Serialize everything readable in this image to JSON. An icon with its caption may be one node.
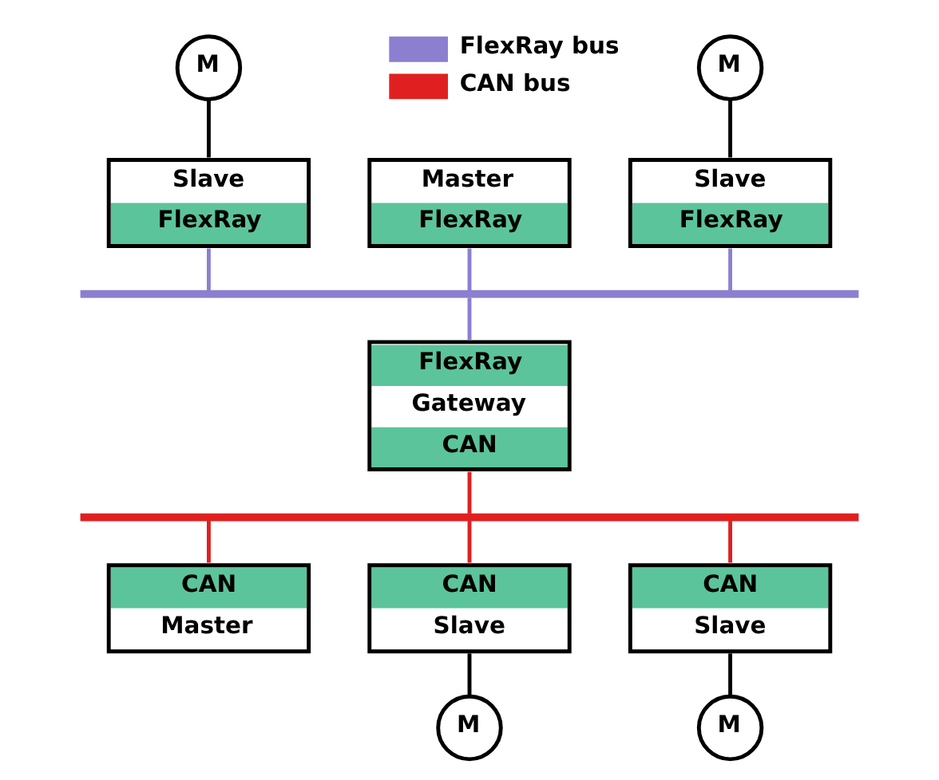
{
  "diagram": {
    "nodes": [
      {
        "text": [
          "M"
        ]
      },
      {
        "text": [
          "M"
        ]
      },
      {
        "text": [
          "Master",
          "FlexRay"
        ]
      },
      {
        "text": [
          "Slave",
          "FlexRay"
        ]
      },
      {
        "text": [
          "Slave",
          "FlexRay"
        ]
      },
      {
        "text": [],
        "shape": "bar"
      },
      {
        "text": [
          "FlexRay",
          "Gateway",
          "CAN"
        ]
      },
      {
        "text": [],
        "shape": "bar"
      },
      {
        "text": [
          "CAN",
          "Master"
        ]
      },
      {
        "text": [
          "CAN",
          "Slave"
        ]
      },
      {
        "text": [
          "CAN",
          "Slave"
        ]
      },
      {
        "text": [
          "M"
        ]
      },
      {
        "text": [
          "M"
        ]
      }
    ],
    "edges": [
      {
        "from": 0,
        "to": 3,
        "arrow": "none"
      },
      {
        "from": 1,
        "to": 4,
        "arrow": "none"
      },
      {
        "from": 2,
        "to": 5,
        "arrow": "none",
        "color": "#8c7fd0"
      },
      {
        "from": 3,
        "to": 5,
        "arrow": "none",
        "color": "#8c7fd0"
      },
      {
        "from": 4,
        "to": 5,
        "arrow": "none",
        "color": "#8c7fd0"
      },
      {
        "from": 5,
        "to": 6,
        "arrow": "none",
        "color": "#8c7fd0"
      },
      {
        "from": 6,
        "to": 7,
        "arrow": "none",
        "color": "#e02020"
      },
      {
        "from": 7,
        "to": 8,
        "arrow": "none",
        "color": "#e02020"
      },
      {
        "from": 7,
        "to": 9,
        "arrow": "none",
        "color": "#e02020"
      },
      {
        "from": 7,
        "to": 10,
        "arrow": "none",
        "color": "#e02020"
      },
      {
        "from": 9,
        "to": 11,
        "arrow": "none"
      },
      {
        "from": 10,
        "to": 12,
        "arrow": "none"
      }
    ],
    "legend": [
      {
        "text": "FlexRay bus",
        "color": "#8c7fd0"
      },
      {
        "text": "CAN bus",
        "color": "#e02020"
      }
    ]
  }
}
